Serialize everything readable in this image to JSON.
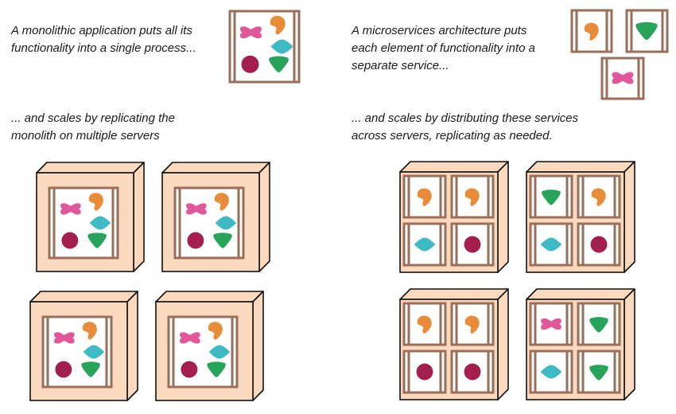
{
  "captions": {
    "monolith": [
      "A monolithic application puts all its",
      "functionality into a single process..."
    ],
    "microservices": [
      "A microservices architecture puts",
      "each element of functionality into a",
      "separate service..."
    ],
    "monolith_scaling": [
      "... and scales by replicating the",
      "monolith on multiple servers"
    ],
    "microservices_scaling": [
      "... and scales by distributing these services",
      "across servers, replicating as needed."
    ]
  },
  "colors": {
    "pink": "#e0589a",
    "orange": "#e98c3a",
    "teal": "#3fb9c4",
    "crimson": "#a31f4e",
    "green": "#27a35a",
    "server_face": "#fbd9bf",
    "frame": "#9a6e58"
  },
  "functionality_shapes": [
    "pink-blob",
    "orange-blob",
    "teal-diamond",
    "crimson-circle",
    "green-triangle"
  ]
}
